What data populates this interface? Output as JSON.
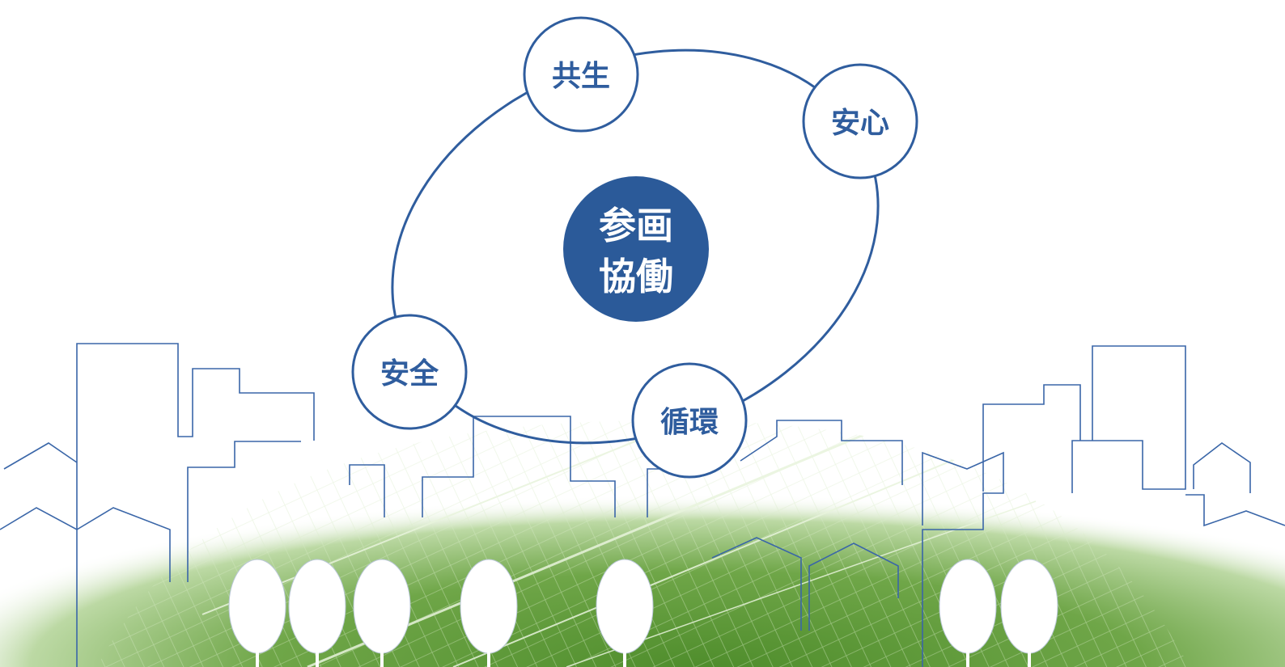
{
  "diagram": {
    "center": {
      "line1": "参画",
      "line2": "協働"
    },
    "nodes": {
      "kyosei": "共生",
      "anshin": "安心",
      "anzen": "安全",
      "junkan": "循環"
    }
  },
  "colors": {
    "ring": "#2f5d9e",
    "center_fill": "#2b5a99",
    "node_text": "#2f5d9e",
    "center_text": "#ffffff",
    "skyline": "#3a66a8",
    "leaf_green": "#5f9b3a",
    "tree_fill": "#ffffff"
  }
}
